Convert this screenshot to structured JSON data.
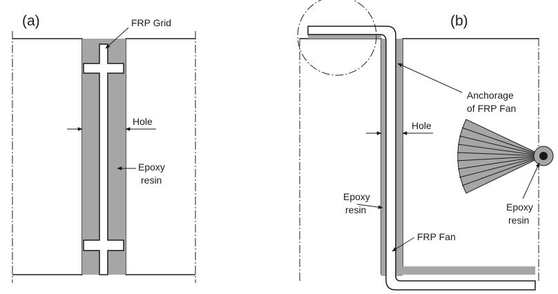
{
  "panel_a": {
    "label": "(a)",
    "frp_grid_label": "FRP Grid",
    "hole_label": "Hole",
    "epoxy_label_line1": "Epoxy",
    "epoxy_label_line2": "resin"
  },
  "panel_b": {
    "label": "(b)",
    "anchorage_line1": "Anchorage",
    "anchorage_line2": "of FRP Fan",
    "hole_label": "Hole",
    "epoxy_left_line1": "Epoxy",
    "epoxy_left_line2": "resin",
    "frp_fan_label": "FRP Fan",
    "epoxy_right_line1": "Epoxy",
    "epoxy_right_line2": "resin"
  },
  "colors": {
    "resin_fill": "#a6a6a6",
    "line": "#1a1a1a",
    "background": "#ffffff"
  }
}
